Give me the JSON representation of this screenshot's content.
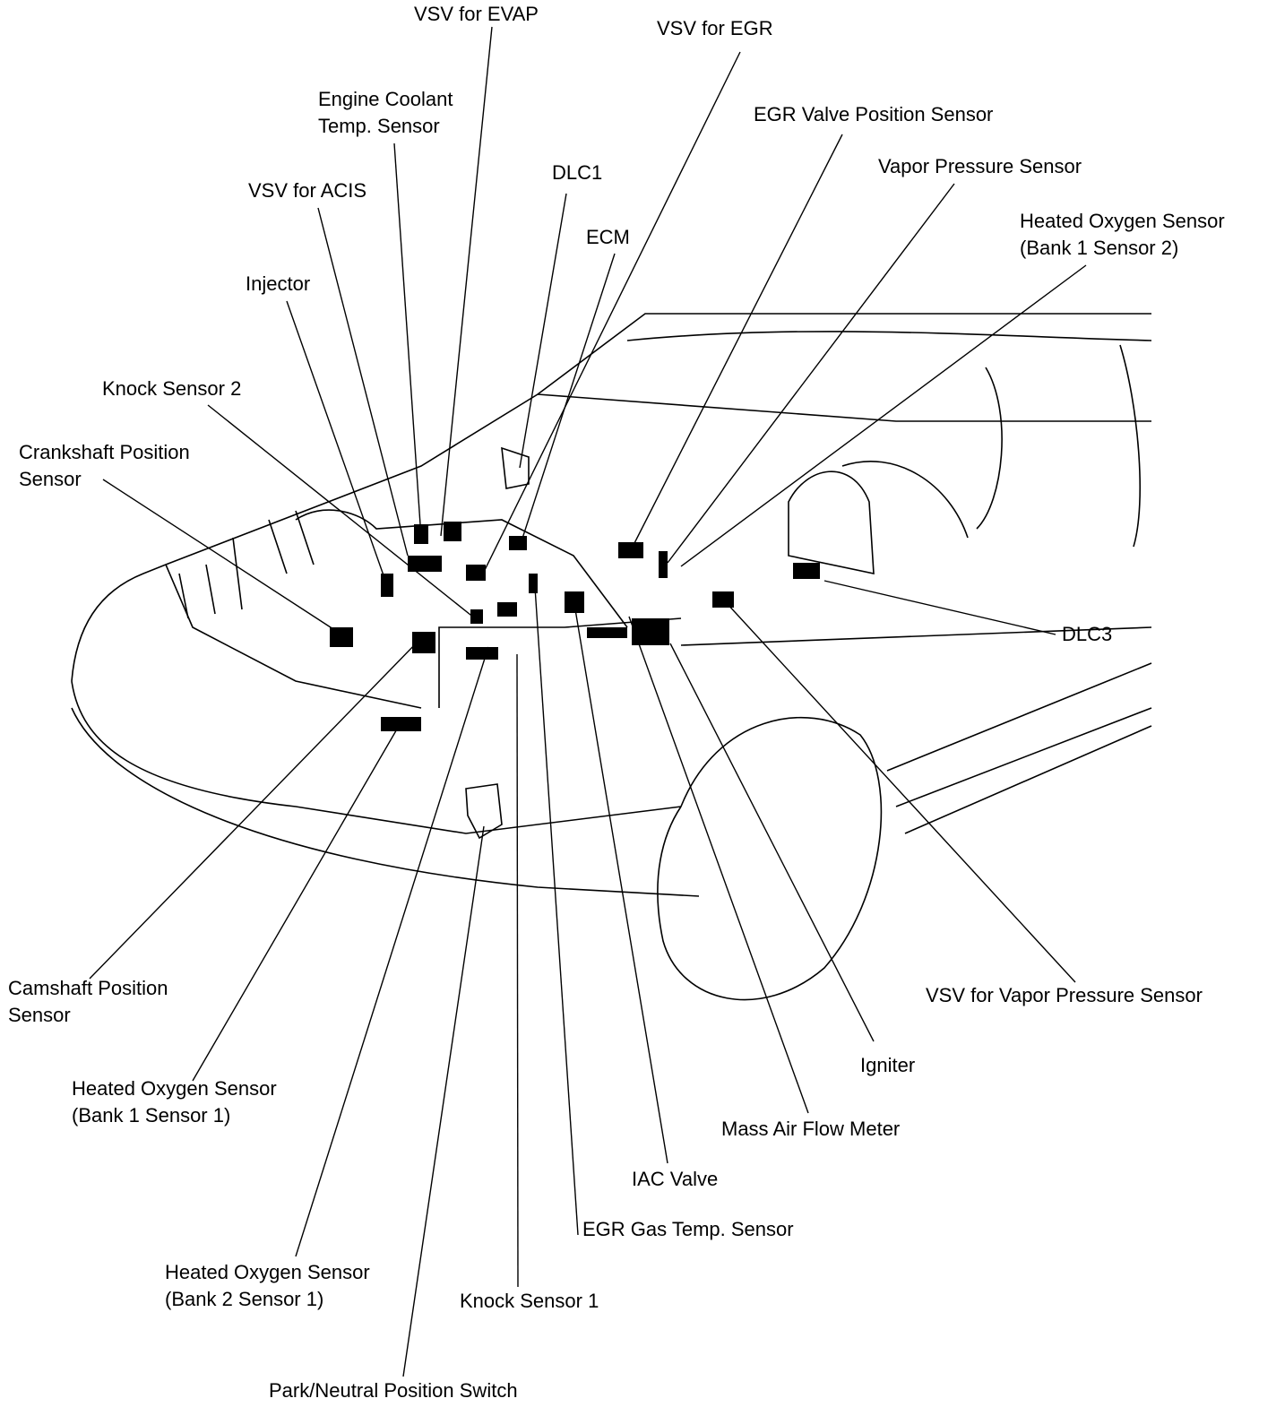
{
  "labels": {
    "vsv_evap": "VSV for EVAP",
    "vsv_egr": "VSV for EGR",
    "ect_sensor_1": "Engine Coolant",
    "ect_sensor_2": "Temp. Sensor",
    "egr_valve_pos": "EGR Valve Position Sensor",
    "dlc1": "DLC1",
    "vapor_pressure": "Vapor Pressure Sensor",
    "vsv_acis": "VSV for ACIS",
    "ho2_b1s2_1": "Heated Oxygen Sensor",
    "ho2_b1s2_2": "(Bank 1 Sensor 2)",
    "ecm": "ECM",
    "injector": "Injector",
    "knock2": "Knock Sensor 2",
    "ckp_1": "Crankshaft Position",
    "ckp_2": "Sensor",
    "dlc3": "DLC3",
    "cmp_1": "Camshaft Position",
    "cmp_2": "Sensor",
    "vsv_vapor": "VSV for Vapor Pressure Sensor",
    "igniter": "Igniter",
    "ho2_b1s1_1": "Heated Oxygen Sensor",
    "ho2_b1s1_2": "(Bank 1 Sensor 1)",
    "maf": "Mass Air Flow Meter",
    "iac": "IAC Valve",
    "egr_gas_temp": "EGR Gas Temp. Sensor",
    "ho2_b2s1_1": "Heated Oxygen Sensor",
    "ho2_b2s1_2": "(Bank 2 Sensor 1)",
    "knock1": "Knock Sensor 1",
    "pnp": "Park/Neutral Position Switch"
  },
  "colors": {
    "line": "#000000",
    "background": "#ffffff"
  }
}
